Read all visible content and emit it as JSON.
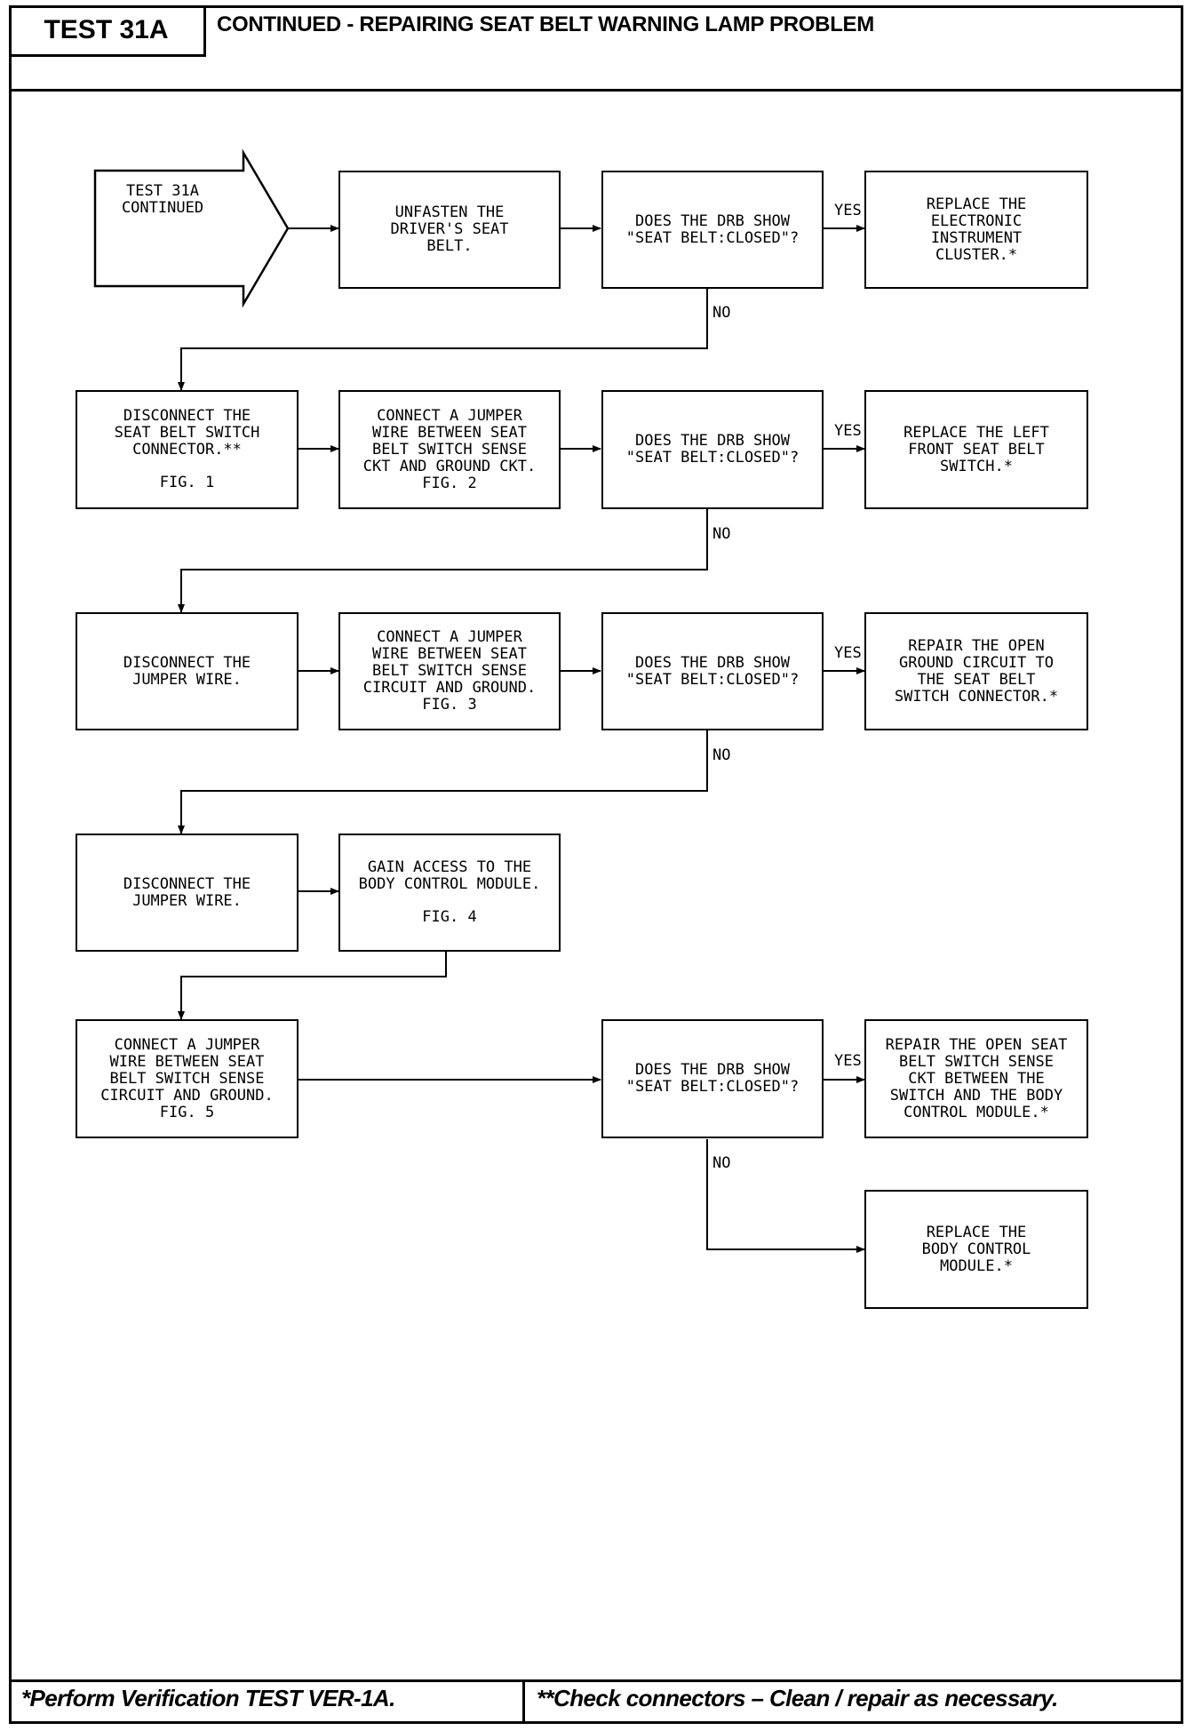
{
  "header": {
    "test_id": "TEST 31A",
    "title": "CONTINUED - REPAIRING SEAT BELT WARNING LAMP PROBLEM"
  },
  "footer": {
    "note_left": "*Perform Verification TEST VER-1A.",
    "note_right": "**Check connectors – Clean / repair as necessary."
  },
  "flowchart": {
    "start": "TEST 31A\nCONTINUED",
    "steps": {
      "unfasten": "UNFASTEN THE\nDRIVER'S SEAT\nBELT.",
      "q1": "DOES THE DRB SHOW\n\"SEAT BELT:CLOSED\"?",
      "r1": "REPLACE THE\nELECTRONIC\nINSTRUMENT\nCLUSTER.*",
      "disconnect_switch": "DISCONNECT THE\nSEAT BELT SWITCH\nCONNECTOR.**",
      "disconnect_switch_fig": "FIG. 1",
      "jumper_sense_ground": "CONNECT A JUMPER\nWIRE BETWEEN SEAT\nBELT SWITCH SENSE\nCKT AND GROUND CKT.\nFIG. 2",
      "q2": "DOES THE DRB SHOW\n\"SEAT BELT:CLOSED\"?",
      "r2": "REPLACE THE LEFT\nFRONT SEAT BELT\nSWITCH.*",
      "disconnect_jumper_1": "DISCONNECT THE\nJUMPER WIRE.",
      "jumper_circuit_ground": "CONNECT A JUMPER\nWIRE BETWEEN SEAT\nBELT SWITCH SENSE\nCIRCUIT AND GROUND.\nFIG. 3",
      "q3": "DOES THE DRB SHOW\n\"SEAT BELT:CLOSED\"?",
      "r3": "REPAIR THE OPEN\nGROUND CIRCUIT TO\nTHE SEAT BELT\nSWITCH CONNECTOR.*",
      "disconnect_jumper_2": "DISCONNECT THE\nJUMPER WIRE.",
      "access_bcm": "GAIN ACCESS TO THE\nBODY CONTROL MODULE.",
      "access_bcm_fig": "FIG. 4",
      "jumper_final": "CONNECT A JUMPER\nWIRE BETWEEN SEAT\nBELT SWITCH SENSE\nCIRCUIT AND GROUND.\nFIG. 5",
      "q4": "DOES THE DRB SHOW\n\"SEAT BELT:CLOSED\"?",
      "r4": "REPAIR THE OPEN SEAT\nBELT SWITCH SENSE\nCKT BETWEEN THE\nSWITCH AND THE BODY\nCONTROL MODULE.*",
      "r5": "REPLACE THE\nBODY CONTROL\nMODULE.*"
    },
    "labels": {
      "yes": "YES",
      "no": "NO"
    }
  }
}
